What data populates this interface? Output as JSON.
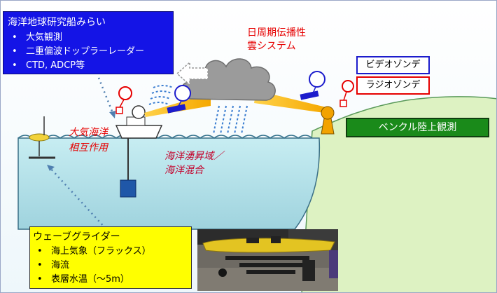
{
  "ship_box": {
    "title": "海洋地球研究船みらい",
    "items": [
      "大気観測",
      "二重偏波ドップラーレーダー",
      "CTD, ADCP等"
    ]
  },
  "cloud_label": [
    "日周期伝播性",
    "雲システム"
  ],
  "video_sonde_label": "ビデオゾンデ",
  "radio_sonde_label": "ラジオゾンデ",
  "bengkulu_label": "ベンクル陸上観測",
  "air_sea_label": [
    "大気海洋",
    "相互作用"
  ],
  "upwelling_label": [
    "海洋湧昇域／",
    "海洋混合"
  ],
  "glider_box": {
    "title": "ウェーブグライダー",
    "items": [
      "海上気象（フラックス）",
      "海流",
      "表層水温（〜5m）"
    ]
  },
  "colors": {
    "ocean": "#bfe8ef",
    "land": "#ddf2c2",
    "ship_box": "#1414e6",
    "glider_box": "#ffff00",
    "bengkulu_box": "#1a8a1a",
    "cloud": "#999999",
    "red_text": "#e60000"
  }
}
